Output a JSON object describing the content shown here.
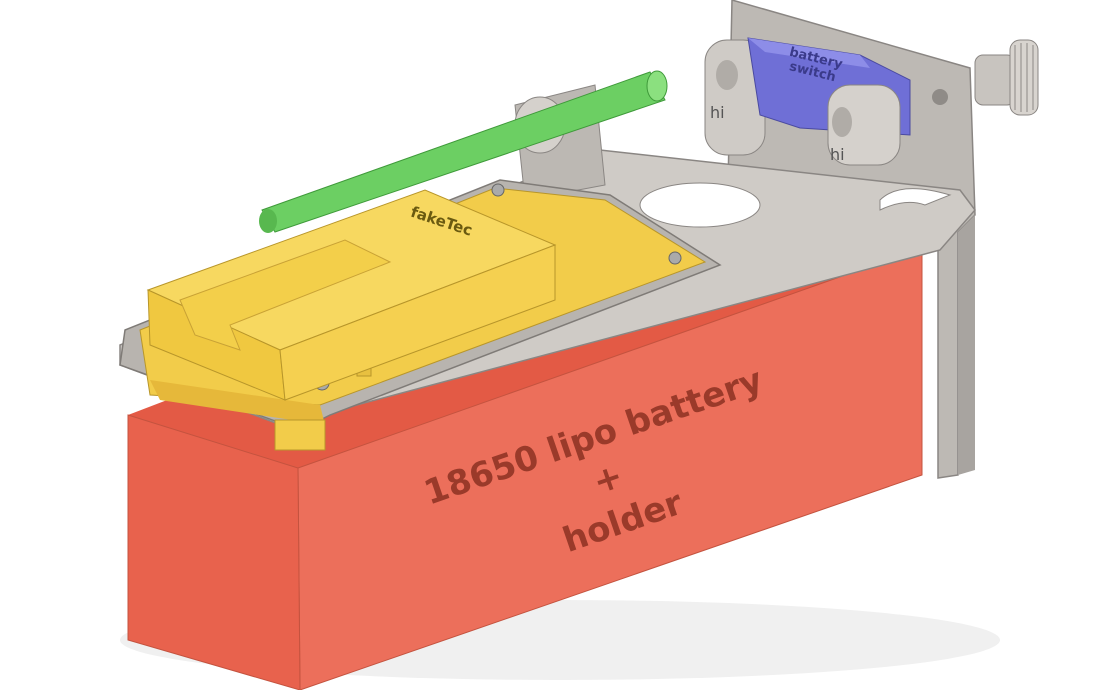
{
  "battery": {
    "line1": "18650 lipo battery",
    "line2": "+",
    "line3": "holder"
  },
  "module_label": "fakeTec",
  "switch_label": {
    "line1": "battery",
    "line2": "switch"
  },
  "switch_marks": [
    "hi",
    "hi"
  ],
  "colors": {
    "battery": "#e8705c",
    "pcb": "#f2cc4a",
    "rod": "#6ccf63",
    "metal": "#c9c5c0",
    "switch": "#6f6fd6"
  }
}
